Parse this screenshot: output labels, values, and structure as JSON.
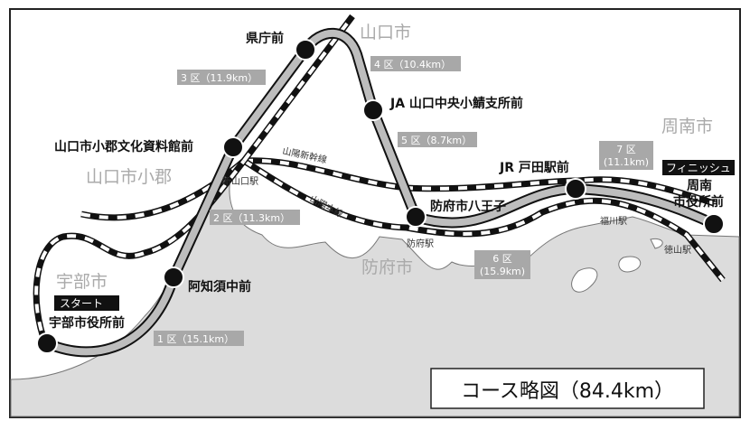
{
  "title": "コース略図（84.4km）",
  "cities": [
    "山口市",
    "山口市小郡",
    "宇部市",
    "防府市",
    "周南市"
  ],
  "railways": [
    "山陽新幹線",
    "山陽本線"
  ],
  "rail_stations": [
    "新山口駅",
    "防府駅",
    "福川駅",
    "徳山駅"
  ],
  "start_label": "スタート",
  "finish_label": "フィニッシュ",
  "checkpoints": [
    "宇部市役所前",
    "阿知須中前",
    "山口市小郡文化資料館前",
    "県庁前",
    "JA 山口中央小鯖支所前",
    "防府市八王子",
    "JR 戸田駅前",
    "周南",
    "市役所前"
  ],
  "sections": [
    {
      "name": "1 区",
      "dist": "（15.1km）"
    },
    {
      "name": "2 区",
      "dist": "（11.3km）"
    },
    {
      "name": "3 区",
      "dist": "（11.9km）"
    },
    {
      "name": "4 区",
      "dist": "（10.4km）"
    },
    {
      "name": "5 区",
      "dist": "（8.7km）"
    },
    {
      "name": "6 区",
      "dist": "(15.9km)"
    },
    {
      "name": "7 区",
      "dist": "(11.1km)"
    }
  ],
  "colors": {
    "land": "#dcdcdc",
    "route": "#bdbdbd",
    "label_bg": "#a8a8a8"
  }
}
